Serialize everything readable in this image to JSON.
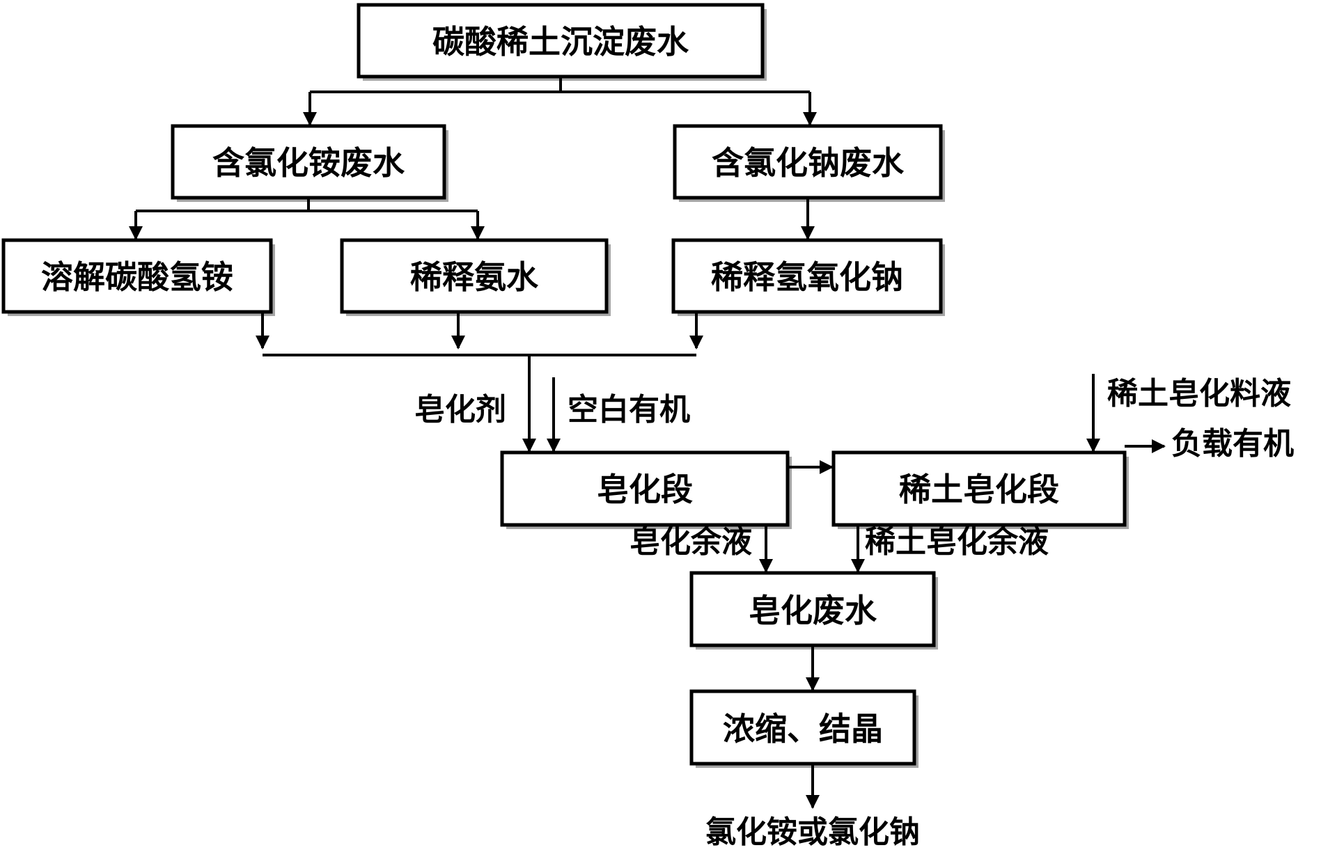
{
  "nodes": {
    "n1": "碳酸稀土沉淀废水",
    "n2": "含氯化铵废水",
    "n3": "含氯化钠废水",
    "n4": "溶解碳酸氢铵",
    "n5": "稀释氨水",
    "n6": "稀释氢氧化钠",
    "n7": "皂化段",
    "n8": "稀土皂化段",
    "n9": "皂化废水",
    "n10": "浓缩、结晶"
  },
  "labels": {
    "saponifier": "皂化剂",
    "blank_organic": "空白有机",
    "re_feed": "稀土皂化料液",
    "loaded_organic": "负载有机",
    "sap_residue": "皂化余液",
    "re_sap_residue": "稀土皂化余液",
    "product": "氯化铵或氯化钠"
  }
}
